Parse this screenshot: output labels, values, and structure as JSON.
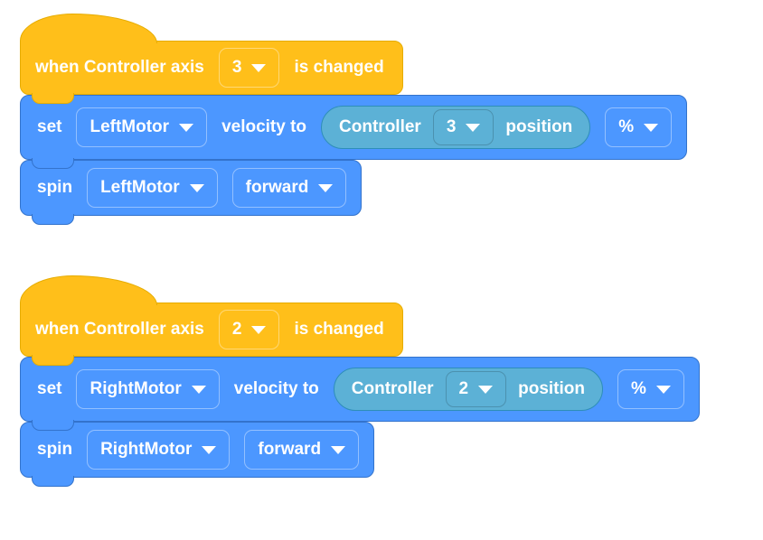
{
  "colors": {
    "event_fill": "#FFBF1A",
    "event_border": "#E6AC00",
    "motion_fill": "#4C97FF",
    "motion_border": "#3373CC",
    "sensing_fill": "#5CB1D6",
    "sensing_border": "#2E8EB8",
    "text": "#FFFFFF"
  },
  "icons": {
    "dropdown_caret": "filled-down-triangle"
  },
  "stacks": [
    {
      "hat": {
        "prefix": "when Controller axis",
        "axis": "3",
        "suffix": "is changed"
      },
      "set": {
        "verb": "set",
        "motor": "LeftMotor",
        "mid": "velocity to",
        "reporter": {
          "device": "Controller",
          "axis": "3",
          "property": "position"
        },
        "unit": "%"
      },
      "spin": {
        "verb": "spin",
        "motor": "LeftMotor",
        "direction": "forward"
      }
    },
    {
      "hat": {
        "prefix": "when Controller axis",
        "axis": "2",
        "suffix": "is changed"
      },
      "set": {
        "verb": "set",
        "motor": "RightMotor",
        "mid": "velocity to",
        "reporter": {
          "device": "Controller",
          "axis": "2",
          "property": "position"
        },
        "unit": "%"
      },
      "spin": {
        "verb": "spin",
        "motor": "RightMotor",
        "direction": "forward"
      }
    }
  ]
}
